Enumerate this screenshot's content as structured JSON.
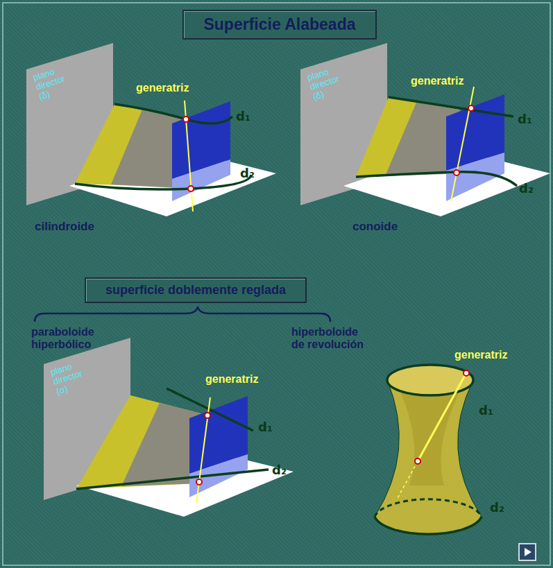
{
  "diagram": {
    "title": "Superficie Alabeada",
    "nodes": [
      {
        "text": [
          "Superficie Alabeada"
        ]
      },
      {
        "text": [
          "superficie doblemente reglada"
        ]
      }
    ],
    "labels": [
      "plano director (δ)",
      "generatriz",
      "d₁",
      "d₂",
      "cilindroide",
      "plano director (δ)",
      "generatriz",
      "d₁",
      "d₂",
      "conoide",
      "paraboloide hiperbólico",
      "hiperboloide de revolución",
      "plano director (σ)",
      "generatriz",
      "d₁",
      "d₂",
      "generatriz",
      "d₁",
      "d₂"
    ]
  }
}
